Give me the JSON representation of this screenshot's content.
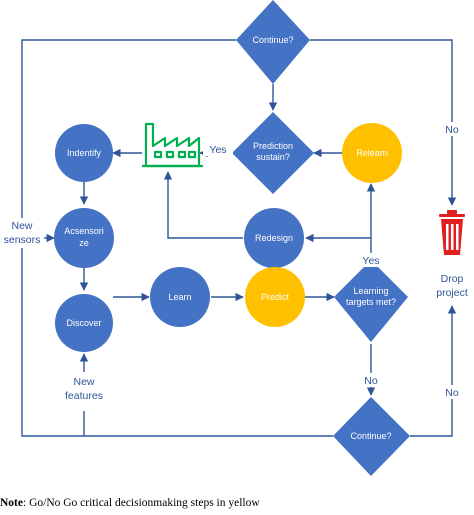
{
  "colors": {
    "blue": "#4472C4",
    "yellow": "#FFC000",
    "line": "#2F5597",
    "factory": "#00B050",
    "bin": "#E02020"
  },
  "nodes": {
    "continue_top": "Continue?",
    "prediction_sustain": [
      "Prediction",
      "sustain?"
    ],
    "relearn": "Relearn",
    "indentify": "Indentify",
    "acsensorize": [
      "Acsensori",
      "ze"
    ],
    "redesign": "Redesign",
    "discover": "Discover",
    "learn": "Learn",
    "predict": "Predict",
    "learning_targets_met": [
      "Learning",
      "targets met?"
    ],
    "continue_bottom": "Continue?"
  },
  "edge_labels": {
    "yes_to_factory": "Yes",
    "no_right": "No",
    "new_sensors": [
      "New",
      "sensors"
    ],
    "drop_project": [
      "Drop",
      "project"
    ],
    "yes_learning": "Yes",
    "new_features": [
      "New",
      "features"
    ],
    "no_down": "No",
    "no_bottom_right": "No"
  },
  "icons": {
    "factory": "factory-icon",
    "trash": "trash-can-icon"
  },
  "note": {
    "prefix": "Note",
    "text": ": Go/No Go critical decisionmaking steps in yellow"
  }
}
